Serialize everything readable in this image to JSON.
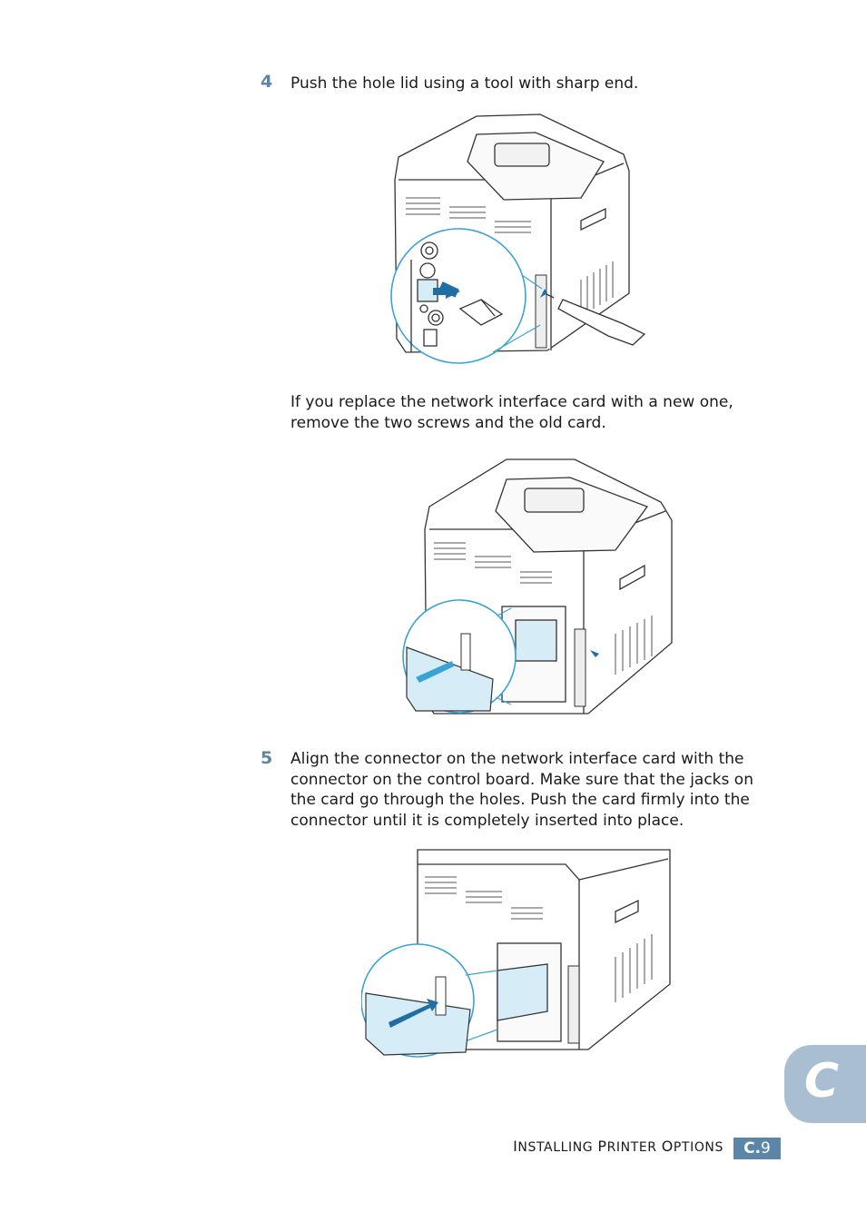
{
  "steps": [
    {
      "number": "4",
      "text": "Push the hole lid using a tool with sharp end."
    },
    {
      "number": "5",
      "lines": [
        "Align the connector on the network interface card with the",
        "connector on the control board. Make sure that the jacks on",
        "the card go through the holes. Push the card firmly into the",
        "connector until it is completely inserted into place."
      ]
    }
  ],
  "note": {
    "lines": [
      "If you replace the network interface card with a new one,",
      "remove the two screws and the old card."
    ]
  },
  "footer": {
    "chapter_title_parts": [
      {
        "cap": "I",
        "rest": "NSTALLING"
      },
      {
        "cap": "P",
        "rest": "RINTER"
      },
      {
        "cap": "O",
        "rest": "PTIONS"
      }
    ],
    "page_prefix": "C.",
    "page_number": "9"
  },
  "side_tab": {
    "letter": "C"
  },
  "colors": {
    "accent": "#5b86a8",
    "tab": "#a9bfd1",
    "highlight": "#d6ecf7"
  }
}
